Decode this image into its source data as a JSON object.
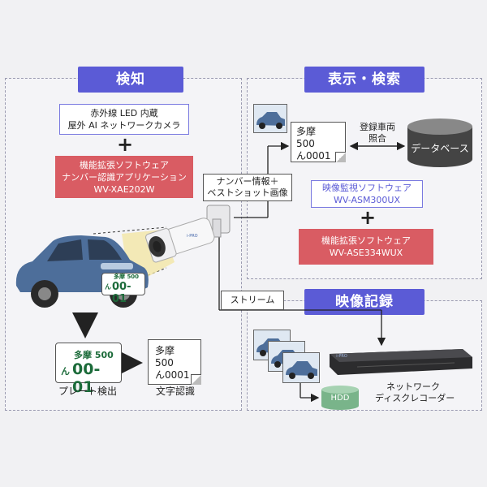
{
  "sections": {
    "detect": "検知",
    "display_search": "表示・検索",
    "video_record": "映像記録"
  },
  "detect": {
    "camera_box": [
      "赤外線 LED 内蔵",
      "屋外 AI ネットワークカメラ"
    ],
    "software_box": [
      "機能拡張ソフトウェア",
      "ナンバー認識アプリケーション",
      "WV-XAE202W"
    ],
    "car_plate": {
      "top": "多摩",
      "num": "500",
      "kana": "ん",
      "main": "00-01"
    },
    "plate_detect": {
      "top": "多摩 500",
      "kana": "ん",
      "main": "00-01",
      "label": "プレート検出"
    },
    "char_recog": {
      "lines": [
        "多摩",
        "500",
        "ん0001"
      ],
      "label": "文字認識"
    },
    "camera_brand": "i-PRO"
  },
  "connections": {
    "number_info": [
      "ナンバー情報＋",
      "ベストショット画像"
    ],
    "stream": "ストリーム"
  },
  "display_search": {
    "result_doc": [
      "多摩",
      "500",
      "ん0001"
    ],
    "match_label": [
      "登録車両",
      "照合"
    ],
    "database": "データベース",
    "monitor_box": [
      "映像監視ソフトウェア",
      "WV-ASM300UX"
    ],
    "ext_box": [
      "機能拡張ソフトウェア",
      "WV-ASE334WUX"
    ]
  },
  "video_record": {
    "hdd": "HDD",
    "recorder_label": [
      "ネットワーク",
      "ディスクレコーダー"
    ],
    "recorder_brand": "i-PRO"
  },
  "colors": {
    "header": "#5b5bd6",
    "red_box": "#d95c63",
    "plate_text": "#1c6b3a",
    "car": "#4d6e9a"
  }
}
